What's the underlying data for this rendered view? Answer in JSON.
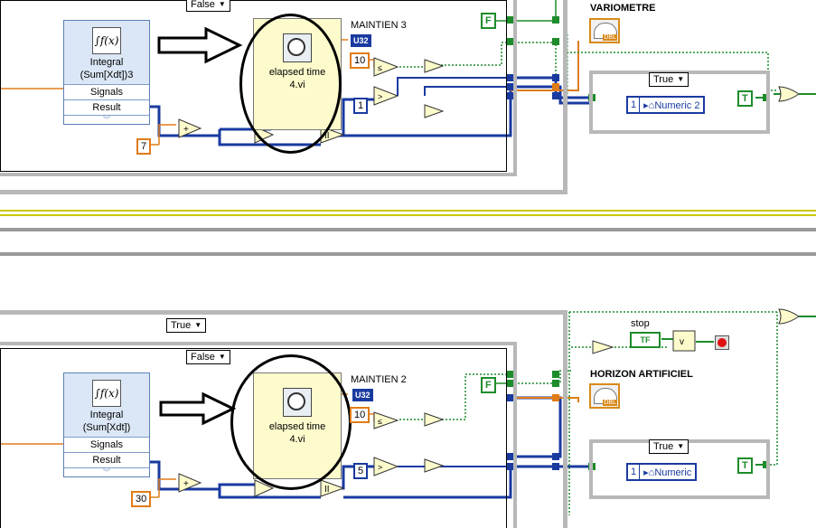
{
  "top_section": {
    "case_selector_value": "False",
    "integral_vi": {
      "icon_text": "∫f(x)",
      "title_line1": "Integral",
      "title_line2": "(Sum[Xdt])3",
      "input_label": "Signals",
      "output_label": "Result"
    },
    "elapsed_time_vi": {
      "line1": "elapsed time",
      "line2": "4.vi"
    },
    "maintain_label": "MAINTIEN 3",
    "u32_badge": "U32",
    "const_10": "10",
    "const_1": "1",
    "const_7": "7",
    "bool_false": "F",
    "gauge_label": "VARIOMETRE",
    "gauge_badge": "DBL",
    "inner_case_value": "True",
    "indicator_value": "1",
    "indicator_label": "Numeric 2",
    "bool_true": "T"
  },
  "bottom_section": {
    "outer_case_value": "True",
    "case_selector_value": "False",
    "integral_vi": {
      "icon_text": "∫f(x)",
      "title_line1": "Integral",
      "title_line2": "(Sum[Xdt])",
      "input_label": "Signals",
      "output_label": "Result"
    },
    "elapsed_time_vi": {
      "line1": "elapsed time",
      "line2": "4.vi"
    },
    "maintain_label": "MAINTIEN 2",
    "u32_badge": "U32",
    "const_10": "10",
    "const_5": "5",
    "const_30": "30",
    "bool_false": "F",
    "stop_label": "stop",
    "stop_badge": "TF",
    "gauge_label": "HORIZON ARTIFICIEL",
    "gauge_badge": "DBL",
    "inner_case_value": "True",
    "indicator_value": "1",
    "indicator_label": "Numeric",
    "bool_true": "T"
  },
  "colors": {
    "frame": "#b8b8b8",
    "int_wire": "#1a3aa0",
    "dbl_wire": "#e07c18",
    "bool_wire": "#1d8c2b",
    "vi_bg": "#fdfbcc",
    "express_bg": "#dbe7f6",
    "highlight": "#000000"
  }
}
